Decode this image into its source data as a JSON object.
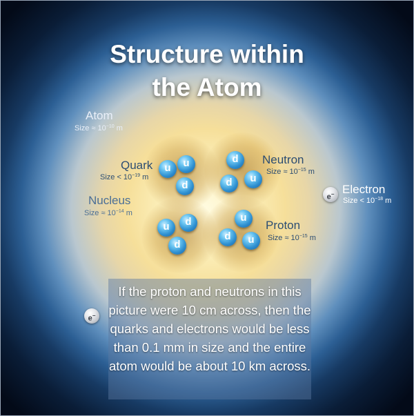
{
  "title": {
    "line1": "Structure within",
    "line2": "the Atom"
  },
  "labels": {
    "atom": {
      "name": "Atom",
      "size_prefix": "Size ≈ 10",
      "size_exp": "−10",
      "size_unit": " m"
    },
    "quark": {
      "name": "Quark",
      "size_prefix": "Size < 10",
      "size_exp": "−19",
      "size_unit": " m"
    },
    "nucleus": {
      "name": "Nucleus",
      "size_prefix": "Size ≈ 10",
      "size_exp": "−14",
      "size_unit": " m"
    },
    "neutron": {
      "name": "Neutron",
      "size_prefix": "Size ≈ 10",
      "size_exp": "−15",
      "size_unit": " m"
    },
    "proton": {
      "name": "Proton",
      "size_prefix": "Size ≈ 10",
      "size_exp": "−15",
      "size_unit": " m"
    },
    "electron": {
      "name": "Electron",
      "size_prefix": "Size < 10",
      "size_exp": "−18",
      "size_unit": " m"
    }
  },
  "quarks": {
    "neutron_left": [
      "u",
      "u",
      "d"
    ],
    "neutron_right": [
      "d",
      "d",
      "u"
    ],
    "proton_left": [
      "u",
      "d",
      "d"
    ],
    "proton_right": [
      "u",
      "d",
      "u"
    ]
  },
  "electron_symbol": "e",
  "electron_charge": "−",
  "note": "If the proton and neutrons in this picture were 10 cm across, then the quarks and electrons would be less than 0.1 mm in size and the entire atom would be about 10 km across."
}
